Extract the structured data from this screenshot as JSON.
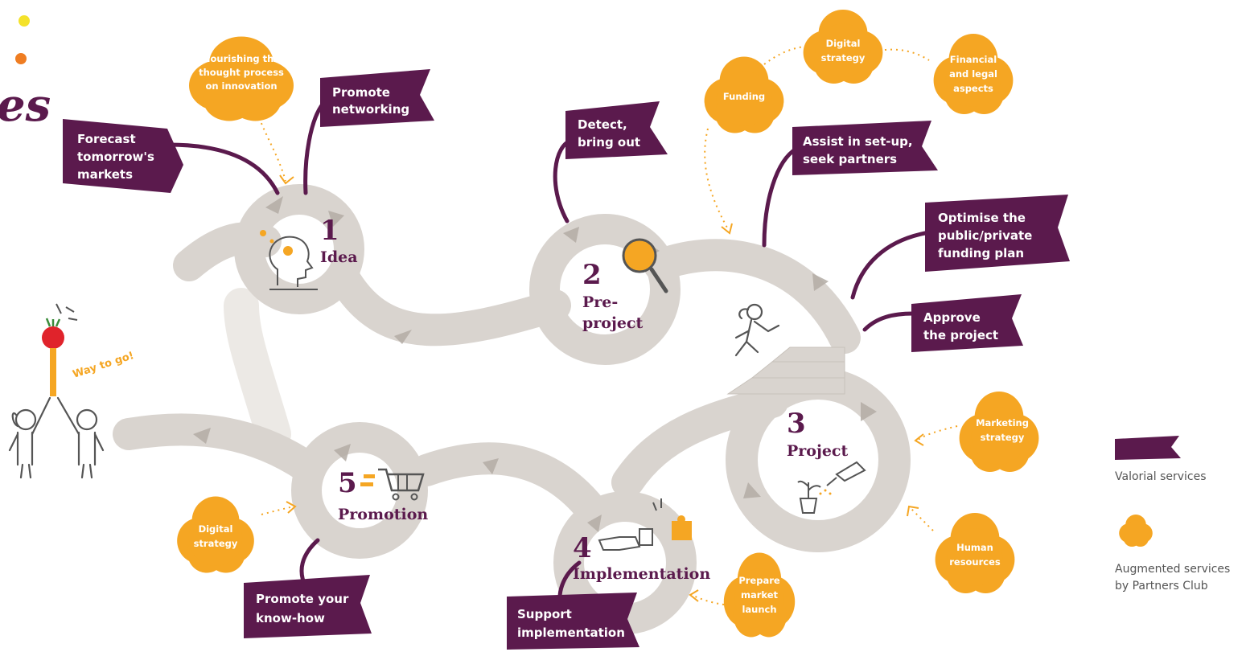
{
  "colors": {
    "purple": "#5b1a4d",
    "orange": "#f5a623",
    "road": "#d9d4cf",
    "road_dark": "#b3aca4",
    "yellow_dot": "#f4e22a",
    "orange_dot": "#ef7d22",
    "tomato": "#e0232b"
  },
  "title_fragment": "es",
  "steps": [
    {
      "num": "1",
      "label": "Idea",
      "icon": "head-brain-icon"
    },
    {
      "num": "2",
      "label_1": "Pre-",
      "label_2": "project",
      "icon": "magnifier-icon"
    },
    {
      "num": "3",
      "label": "Project",
      "icon": "watering-plant-icon"
    },
    {
      "num": "4",
      "label": "Implementation",
      "icon": "puzzle-hand-icon"
    },
    {
      "num": "5",
      "label": "Promotion",
      "icon": "shopping-cart-icon"
    }
  ],
  "flags": {
    "forecast": [
      "Forecast",
      "tomorrow's",
      "markets"
    ],
    "networking": [
      "Promote",
      "networking"
    ],
    "detect": [
      "Detect,",
      "bring out"
    ],
    "assist": [
      "Assist in set-up,",
      "seek partners"
    ],
    "optimise": [
      "Optimise the",
      "public/private",
      "funding plan"
    ],
    "approve": [
      "Approve",
      "the project"
    ],
    "knowhow": [
      "Promote your",
      "know-how"
    ],
    "support": [
      "Support",
      "implementation"
    ]
  },
  "clouds": {
    "nourishing": [
      "Nourishing the",
      "thought process",
      "on innovation"
    ],
    "funding": [
      "Funding"
    ],
    "digital_top": [
      "Digital",
      "strategy"
    ],
    "financial": [
      "Financial",
      "and legal",
      "aspects"
    ],
    "marketing": [
      "Marketing",
      "strategy"
    ],
    "human": [
      "Human",
      "resources"
    ],
    "prepare": [
      "Prepare",
      "market",
      "launch"
    ],
    "digital_bottom": [
      "Digital",
      "strategy"
    ]
  },
  "way_to_go": "Way to go!",
  "legend": {
    "valorial": "Valorial services",
    "augmented_1": "Augmented services",
    "augmented_2": "by Partners Club"
  }
}
